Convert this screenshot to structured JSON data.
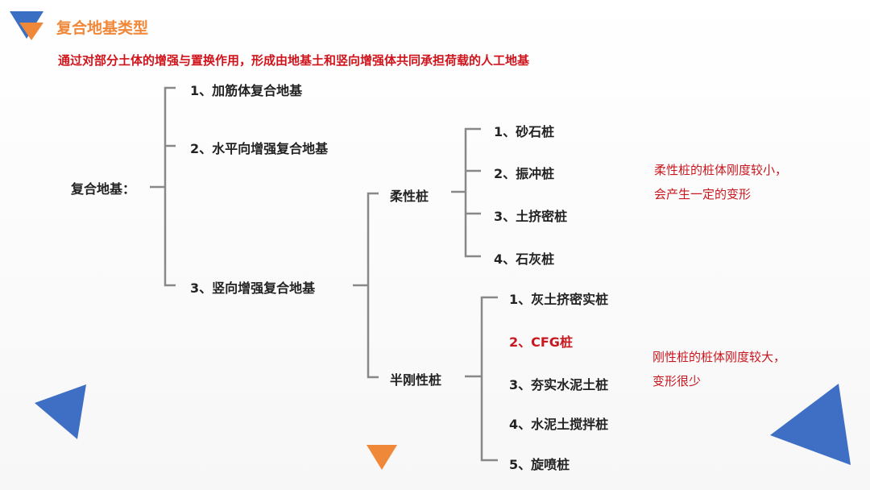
{
  "header": {
    "title": "复合地基类型",
    "subtitle": "通过对部分土体的增强与置换作用，形成由地基土和竖向增强体共同承担荷载的人工地基"
  },
  "tree": {
    "root": "复合地基：",
    "level1": [
      "1、加筋体复合地基",
      "2、水平向增强复合地基",
      "3、竖向增强复合地基"
    ],
    "vertical_types": [
      "柔性桩",
      "半刚性桩"
    ],
    "flexible_piles": [
      "1、砂石桩",
      "2、振冲桩",
      "3、土挤密桩",
      "4、石灰桩"
    ],
    "semi_rigid_piles": [
      "1、灰土挤密实桩",
      "2、CFG桩",
      "3、夯实水泥土桩",
      "4、水泥土搅拌桩",
      "5、旋喷桩"
    ]
  },
  "notes": {
    "flexible": [
      "柔性桩的桩体刚度较小，",
      "会产生一定的变形"
    ],
    "rigid": [
      "刚性桩的桩体刚度较大，",
      "变形很少"
    ]
  },
  "colors": {
    "accent_orange": "#f0883a",
    "accent_blue": "#3a6fc4",
    "highlight_red": "#c8171e",
    "bracket_gray": "#888888"
  }
}
